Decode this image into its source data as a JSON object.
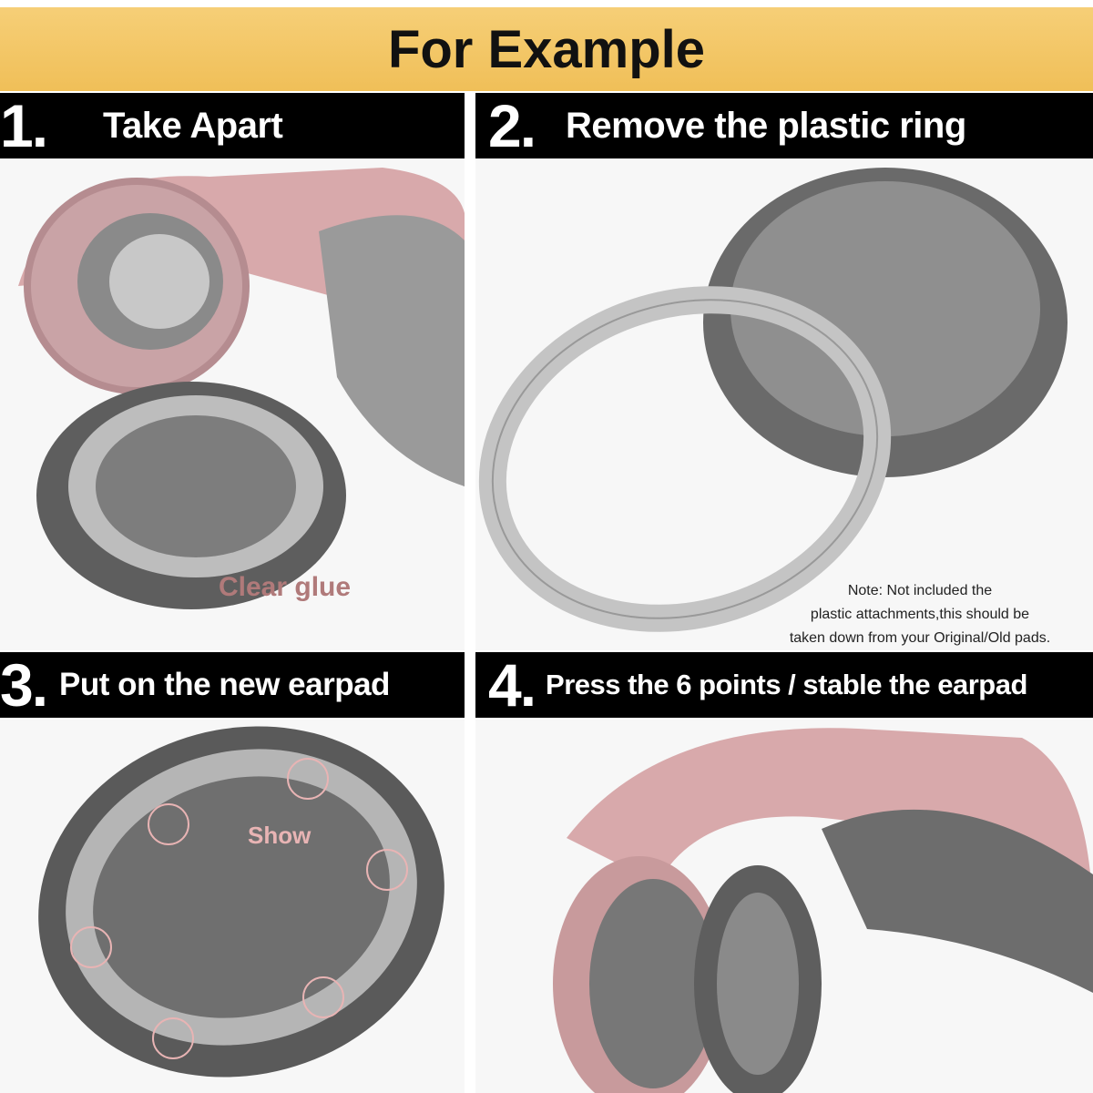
{
  "banner": {
    "title": "For Example"
  },
  "steps": [
    {
      "number": "1.",
      "label": "Take Apart"
    },
    {
      "number": "2.",
      "label": "Remove the plastic ring"
    },
    {
      "number": "3.",
      "label": "Put on the new earpad"
    },
    {
      "number": "4.",
      "label": "Press the 6 points / stable the earpad"
    }
  ],
  "annotations": {
    "clear_glue": "Clear glue",
    "show": "Show",
    "note": [
      "Note: Not included the",
      "plastic attachments,this should be",
      "taken down from your Original/Old pads."
    ]
  },
  "colors": {
    "banner": "#f2c25c",
    "bar": "#000000",
    "rose_gold": "#d9a8a8",
    "pad_gray": "#6a6a6a"
  }
}
